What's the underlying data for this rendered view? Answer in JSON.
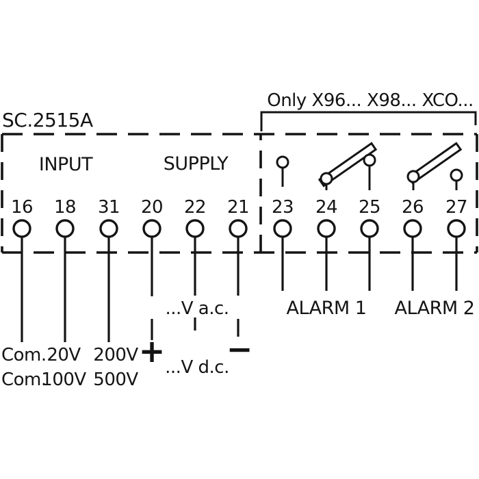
{
  "diagram": {
    "model": "SC.2515A",
    "note": "Only X96... X98... XCO...",
    "sections": {
      "input": "INPUT",
      "supply": "SUPPLY"
    },
    "terminals": [
      "16",
      "18",
      "31",
      "20",
      "22",
      "21",
      "23",
      "24",
      "25",
      "26",
      "27"
    ],
    "alarms": {
      "alarm1": "ALARM 1",
      "alarm2": "ALARM 2"
    },
    "supply": {
      "ac": "...V a.c.",
      "dc": "...V d.c.",
      "plus": "+",
      "minus": "−"
    },
    "input_ranges": {
      "common_top": "Com.",
      "common_bottom": "Com.",
      "v18_top": "20V",
      "v18_bottom": "100V",
      "v31_top": "200V",
      "v31_bottom": "500V"
    },
    "colors": {
      "ink": "#141414",
      "background": "#ffffff"
    }
  }
}
